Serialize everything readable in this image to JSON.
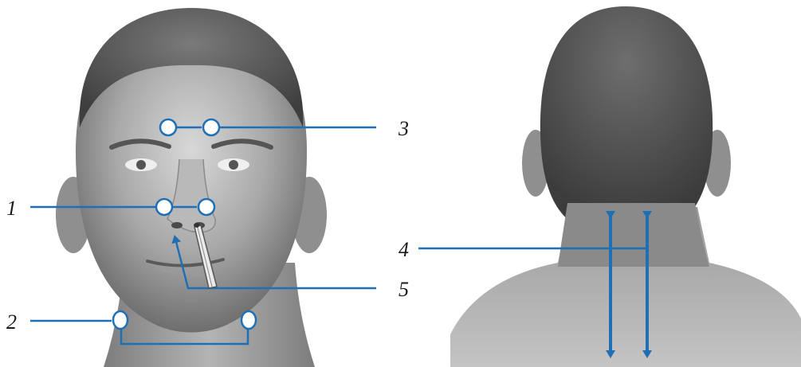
{
  "labels": {
    "l1": "1",
    "l2": "2",
    "l3": "3",
    "l4": "4",
    "l5": "5"
  },
  "colors": {
    "accent": "#1f6fb4",
    "label_text": "#1a1a1a",
    "skin_light": "#c9c9c9",
    "skin_dark": "#6f6f6f",
    "hair": "#4a4a4a"
  },
  "icons": {
    "marker": "circle-marker-icon",
    "arrow": "double-arrow-icon",
    "tool": "nasal-applicator-icon"
  }
}
